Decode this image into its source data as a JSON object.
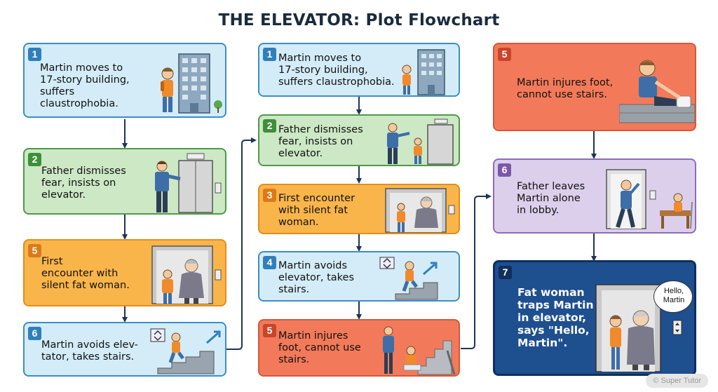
{
  "title": "THE ELEVATOR: Plot Flowchart",
  "columns": [
    {
      "steps": [
        {
          "num": "1",
          "text": "Martin moves to\n17-story building,\nsuffers\nclaustrophobia.",
          "color": "blue",
          "icon": "building-boy-icon"
        },
        {
          "num": "2",
          "text": "Father dismisses\nfear, insists on\nelevator.",
          "color": "green",
          "icon": "father-elevator-icon"
        },
        {
          "num": "5",
          "text": "First\nencounter with\nsilent fat woman.",
          "color": "orange",
          "icon": "elevator-woman-icon"
        },
        {
          "num": "6",
          "text": "Martin avoids elev-\ntator, takes stairs.",
          "color": "blue",
          "icon": "stairs-icon"
        }
      ]
    },
    {
      "steps": [
        {
          "num": "1",
          "text": "Martin moves to\n17-story building,\nsuffers claustrophobia.",
          "color": "blue",
          "icon": "building-boy-icon"
        },
        {
          "num": "2",
          "text": "Father dismisses\nfear, insists on\nelevator.",
          "color": "green",
          "icon": "father-elevator-icon"
        },
        {
          "num": "3",
          "text": "First encounter\nwith silent fat\nwoman.",
          "color": "orange",
          "icon": "elevator-woman-icon"
        },
        {
          "num": "4",
          "text": "Martin avoids\nelevator, takes\nstairs.",
          "color": "blue",
          "icon": "stairs-icon"
        },
        {
          "num": "5",
          "text": "Martin injures\nfoot, cannot use\nstairs.",
          "color": "red",
          "icon": "injured-crutch-icon"
        }
      ]
    },
    {
      "steps": [
        {
          "num": "5",
          "text": "Martin injures foot,\ncannot use stairs.",
          "color": "red",
          "icon": "injured-foot-icon"
        },
        {
          "num": "6",
          "text": "Father leaves\nMartin alone\nin lobby.",
          "color": "purple",
          "icon": "lobby-icon"
        },
        {
          "num": "7",
          "text": "Fat woman\ntraps Martin\nin elevator,\nsays \"Hello,\nMartin\".",
          "color": "navy",
          "icon": "elevator-trap-icon"
        }
      ]
    }
  ],
  "speech_bubble": "Hello,\nMartin",
  "watermark": "© Super Tutor"
}
